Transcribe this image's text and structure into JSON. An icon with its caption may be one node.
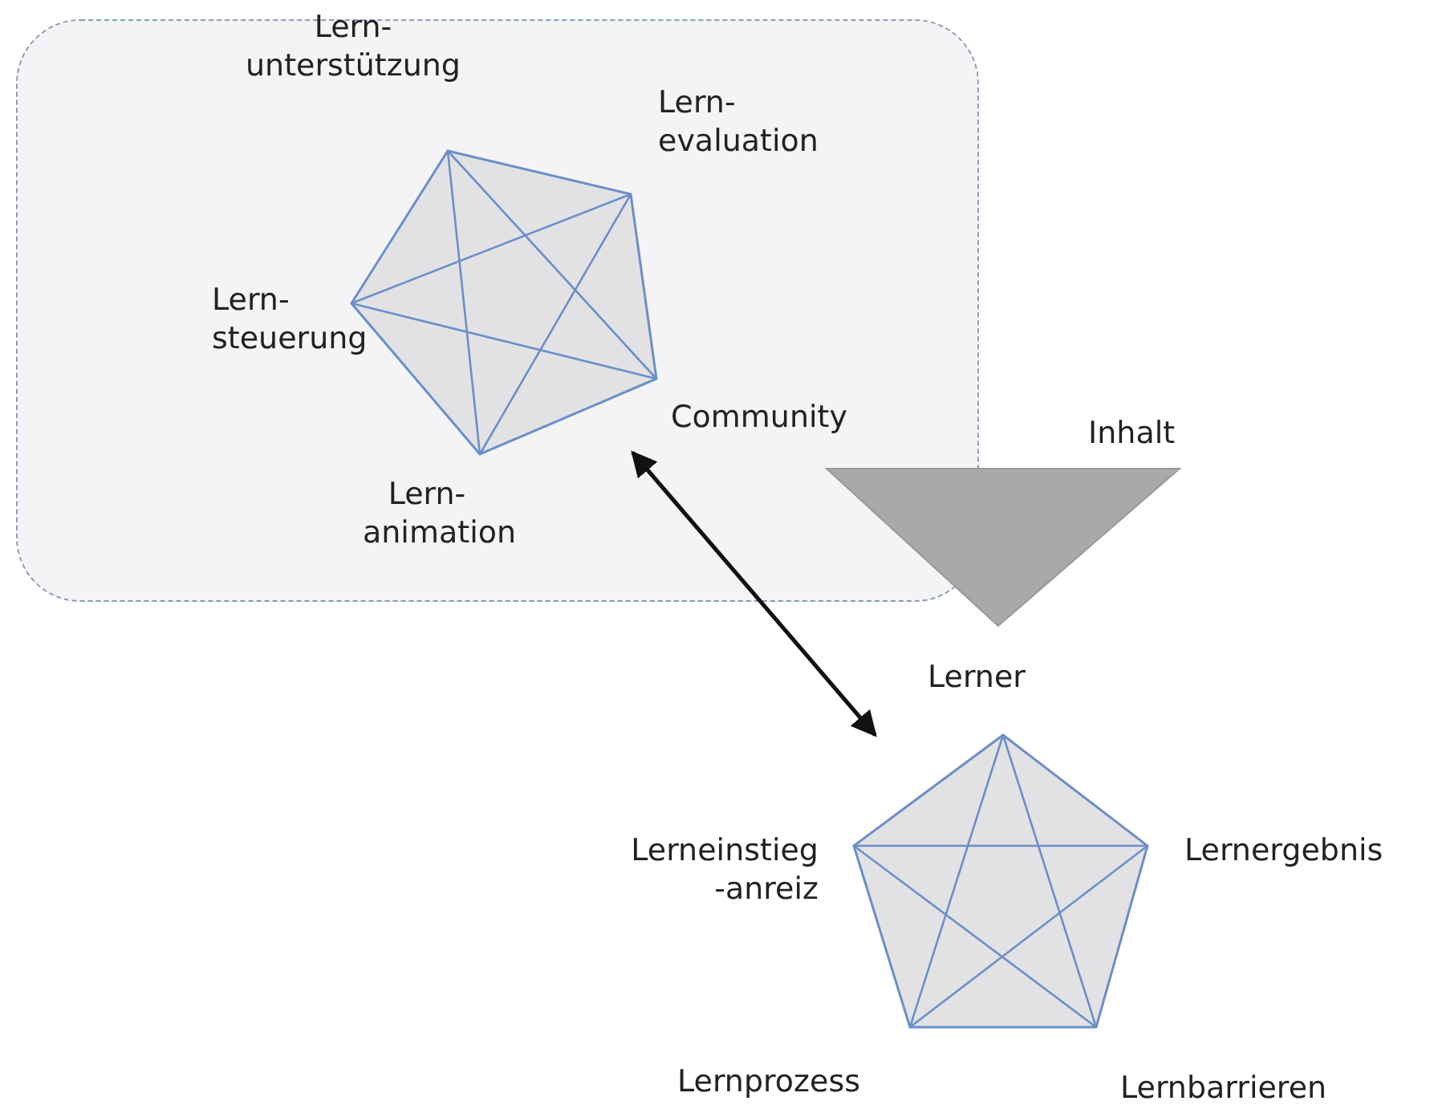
{
  "diagram": {
    "nodes": [
      {
        "text": [],
        "shape": "box"
      },
      {
        "text": [],
        "shape": "pentagon",
        "in": 0
      },
      {
        "text": [],
        "shape": "pentagon"
      },
      {
        "text": [],
        "shape": "triangle"
      }
    ],
    "edges": [
      {
        "from": 1,
        "to": 2,
        "arrow": "both"
      }
    ],
    "labels": [
      "Lern- unterstützung",
      "Lern- evaluation",
      "Lern- steuerung",
      "Community",
      "Inhalt",
      "Lern- animation",
      "Lerner",
      "Lerneinstieg -anreiz",
      "Lernergebnis",
      "Lernprozess",
      "Lernbarrieren"
    ]
  }
}
